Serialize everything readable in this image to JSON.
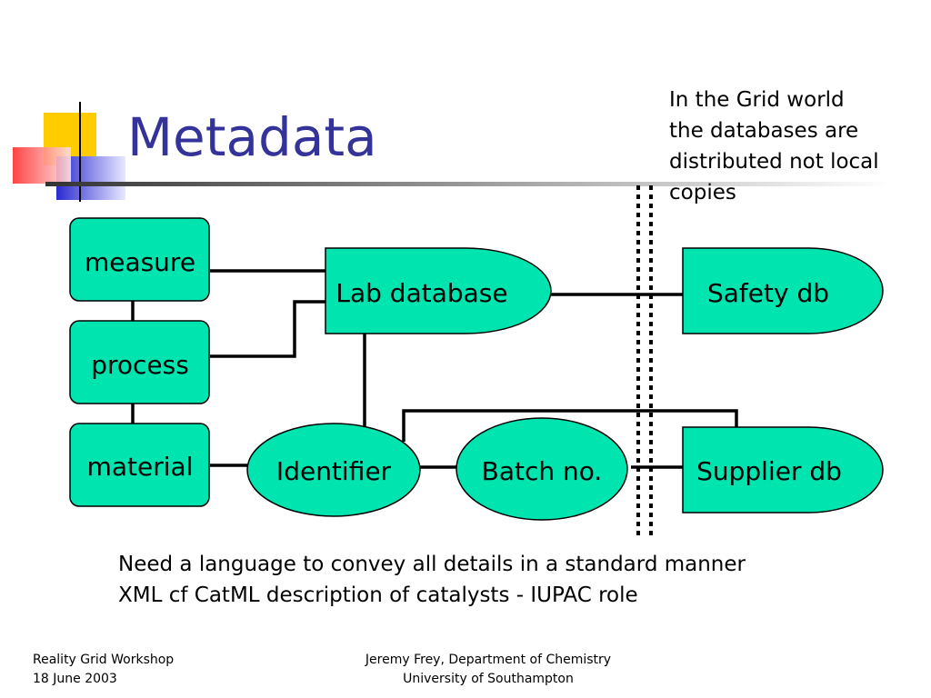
{
  "slide": {
    "title": "Metadata",
    "note": [
      "In the Grid world",
      "the databases are",
      "distributed not local",
      "copies"
    ],
    "bottom_lines": [
      "Need a language to convey all details in a standard manner",
      "XML cf CatML description of catalysts  - IUPAC role"
    ]
  },
  "diagram": {
    "nodes": {
      "measure": "measure",
      "process": "process",
      "material": "material",
      "lab_database": "Lab database",
      "safety_db": "Safety db",
      "identifier": "Identifier",
      "batch_no": "Batch no.",
      "supplier_db": "Supplier db"
    }
  },
  "footer": {
    "left": [
      "Reality Grid Workshop",
      "18 June 2003"
    ],
    "center": [
      "Jeremy Frey, Department of Chemistry",
      "University of Southampton"
    ]
  },
  "colors": {
    "title": "#333399",
    "node_fill": "#00E5B0",
    "stroke": "#000000"
  }
}
